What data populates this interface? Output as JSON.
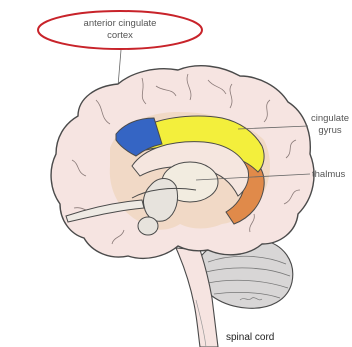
{
  "labels": {
    "acc_line1": "anterior cingulate",
    "acc_line2": "cortex",
    "cingulate_line1": "cingulate",
    "cingulate_line2": "gyrus",
    "thalmus": "thalmus",
    "spinal_cord": "spinal cord"
  },
  "colors": {
    "highlight_ellipse": "#c8232a",
    "anterior_cingulate": "#3565c4",
    "cingulate_gyrus": "#f3ef3c",
    "posterior_cingulate": "#e08a4a",
    "brain_fill": "#f6e4e1",
    "outline": "#4a4a4a"
  }
}
